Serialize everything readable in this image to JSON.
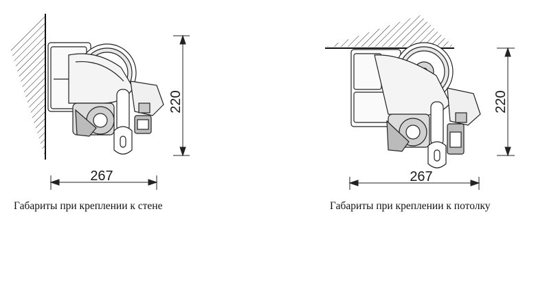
{
  "diagrams": [
    {
      "mount": "wall",
      "height_label": "220",
      "width_label": "267",
      "caption": "Габариты при креплении к стене"
    },
    {
      "mount": "ceiling",
      "height_label": "220",
      "width_label": "267",
      "caption": "Габариты при креплении к потолку"
    }
  ]
}
